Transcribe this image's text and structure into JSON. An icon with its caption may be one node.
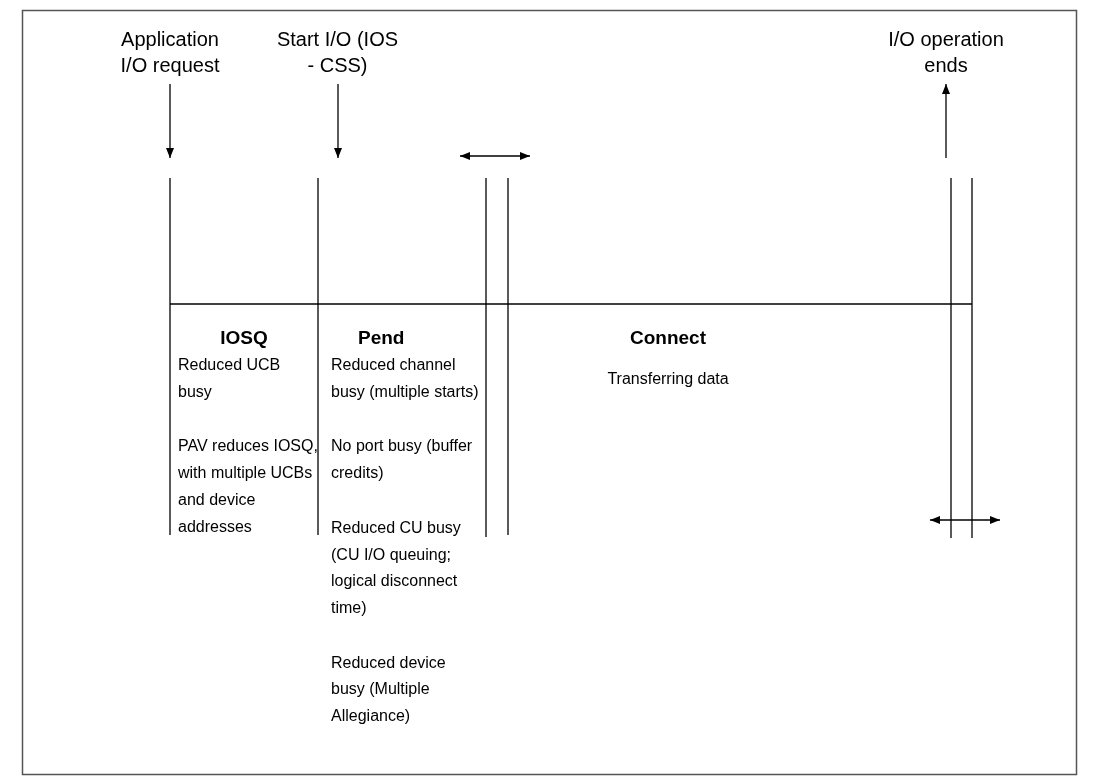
{
  "diagram": {
    "nodes": [
      {
        "text": [
          "Application I/O request"
        ]
      },
      {
        "text": [
          "Start I/O (IOS - CSS)"
        ]
      },
      {
        "text": [
          "I/O operation ends"
        ]
      },
      {
        "text": [
          "IOSQ",
          "Reduced UCB busy",
          "PAV reduces IOSQ, with multiple UCBs and device addresses"
        ]
      },
      {
        "text": [
          "Pend",
          "Reduced channel busy (multiple starts)",
          "No port busy (buffer credits)",
          "Reduced CU busy (CU I/O queuing; logical disconnect time)",
          "Reduced device busy (Multiple Allegiance)"
        ]
      },
      {
        "text": [
          "Connect",
          "Transferring data"
        ]
      }
    ],
    "edges": [
      {
        "from": 0,
        "to": null,
        "arrow": "to"
      },
      {
        "from": 1,
        "to": null,
        "arrow": "to"
      },
      {
        "from": null,
        "to": 2,
        "arrow": "to"
      }
    ]
  }
}
